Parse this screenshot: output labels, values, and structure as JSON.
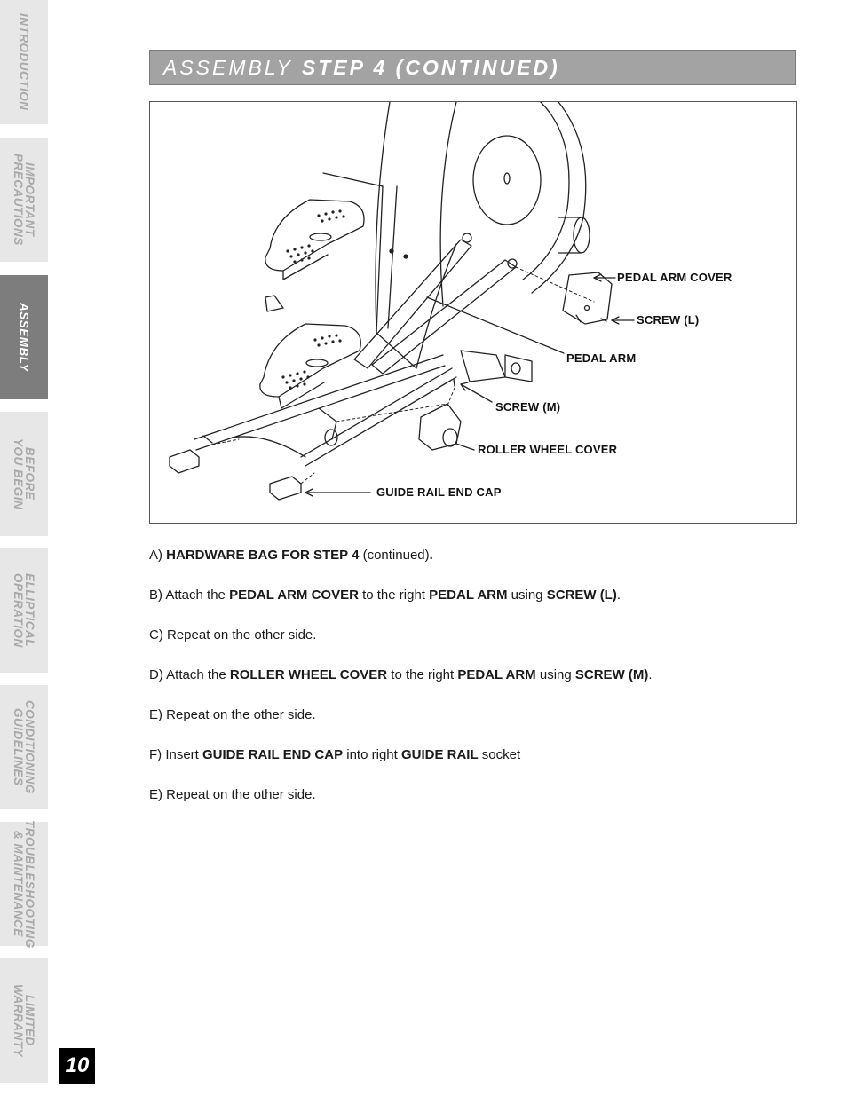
{
  "sidebar": {
    "tabs": [
      {
        "label": "INTRODUCTION",
        "active": false
      },
      {
        "label": "IMPORTANT\nPRECAUTIONS",
        "active": false
      },
      {
        "label": "ASSEMBLY",
        "active": true
      },
      {
        "label": "BEFORE\nYOU BEGIN",
        "active": false
      },
      {
        "label": "ELLIPTICAL\nOPERATION",
        "active": false
      },
      {
        "label": "CONDITIONING\nGUIDELINES",
        "active": false
      },
      {
        "label": "TROUBLESHOOTING\n& MAINTENANCE",
        "active": false
      },
      {
        "label": "LIMITED\nWARRANTY",
        "active": false
      }
    ]
  },
  "header": {
    "title_light": "ASSEMBLY",
    "title_bold": "STEP 4 (CONTINUED)"
  },
  "diagram": {
    "callouts": {
      "pedal_arm_cover": "PEDAL ARM COVER",
      "screw_l": "SCREW (L)",
      "pedal_arm": "PEDAL ARM",
      "screw_m": "SCREW (M)",
      "roller_wheel_cover": "ROLLER WHEEL COVER",
      "guide_rail_end_cap": "GUIDE RAIL END CAP"
    }
  },
  "steps": [
    {
      "prefix": "A) ",
      "b1": "HARDWARE BAG FOR STEP 4",
      "t1": " (continued)",
      "b2": ".",
      "t2": "",
      "b3": "",
      "t3": ""
    },
    {
      "prefix": "B) Attach the ",
      "b1": "PEDAL ARM COVER",
      "t1": " to the right ",
      "b2": "PEDAL ARM",
      "t2": " using ",
      "b3": "SCREW (L)",
      "t3": "."
    },
    {
      "prefix": "C) Repeat on the other side.",
      "b1": "",
      "t1": "",
      "b2": "",
      "t2": "",
      "b3": "",
      "t3": ""
    },
    {
      "prefix": "D) Attach the ",
      "b1": "ROLLER WHEEL COVER",
      "t1": " to the right ",
      "b2": "PEDAL ARM",
      "t2": " using ",
      "b3": "SCREW (M)",
      "t3": "."
    },
    {
      "prefix": "E) Repeat on the other side.",
      "b1": "",
      "t1": "",
      "b2": "",
      "t2": "",
      "b3": "",
      "t3": ""
    },
    {
      "prefix": "F) Insert ",
      "b1": "GUIDE RAIL END CAP",
      "t1": " into right ",
      "b2": "GUIDE RAIL",
      "t2": " socket",
      "b3": "",
      "t3": ""
    },
    {
      "prefix": "E) Repeat on the other side.",
      "b1": "",
      "t1": "",
      "b2": "",
      "t2": "",
      "b3": "",
      "t3": ""
    }
  ],
  "page_number": "10",
  "colors": {
    "tab_bg": "#e7e7e7",
    "tab_active_bg": "#7d7d7d",
    "tab_text": "#a9a9a9",
    "title_bar_bg": "#a3a3a3"
  }
}
